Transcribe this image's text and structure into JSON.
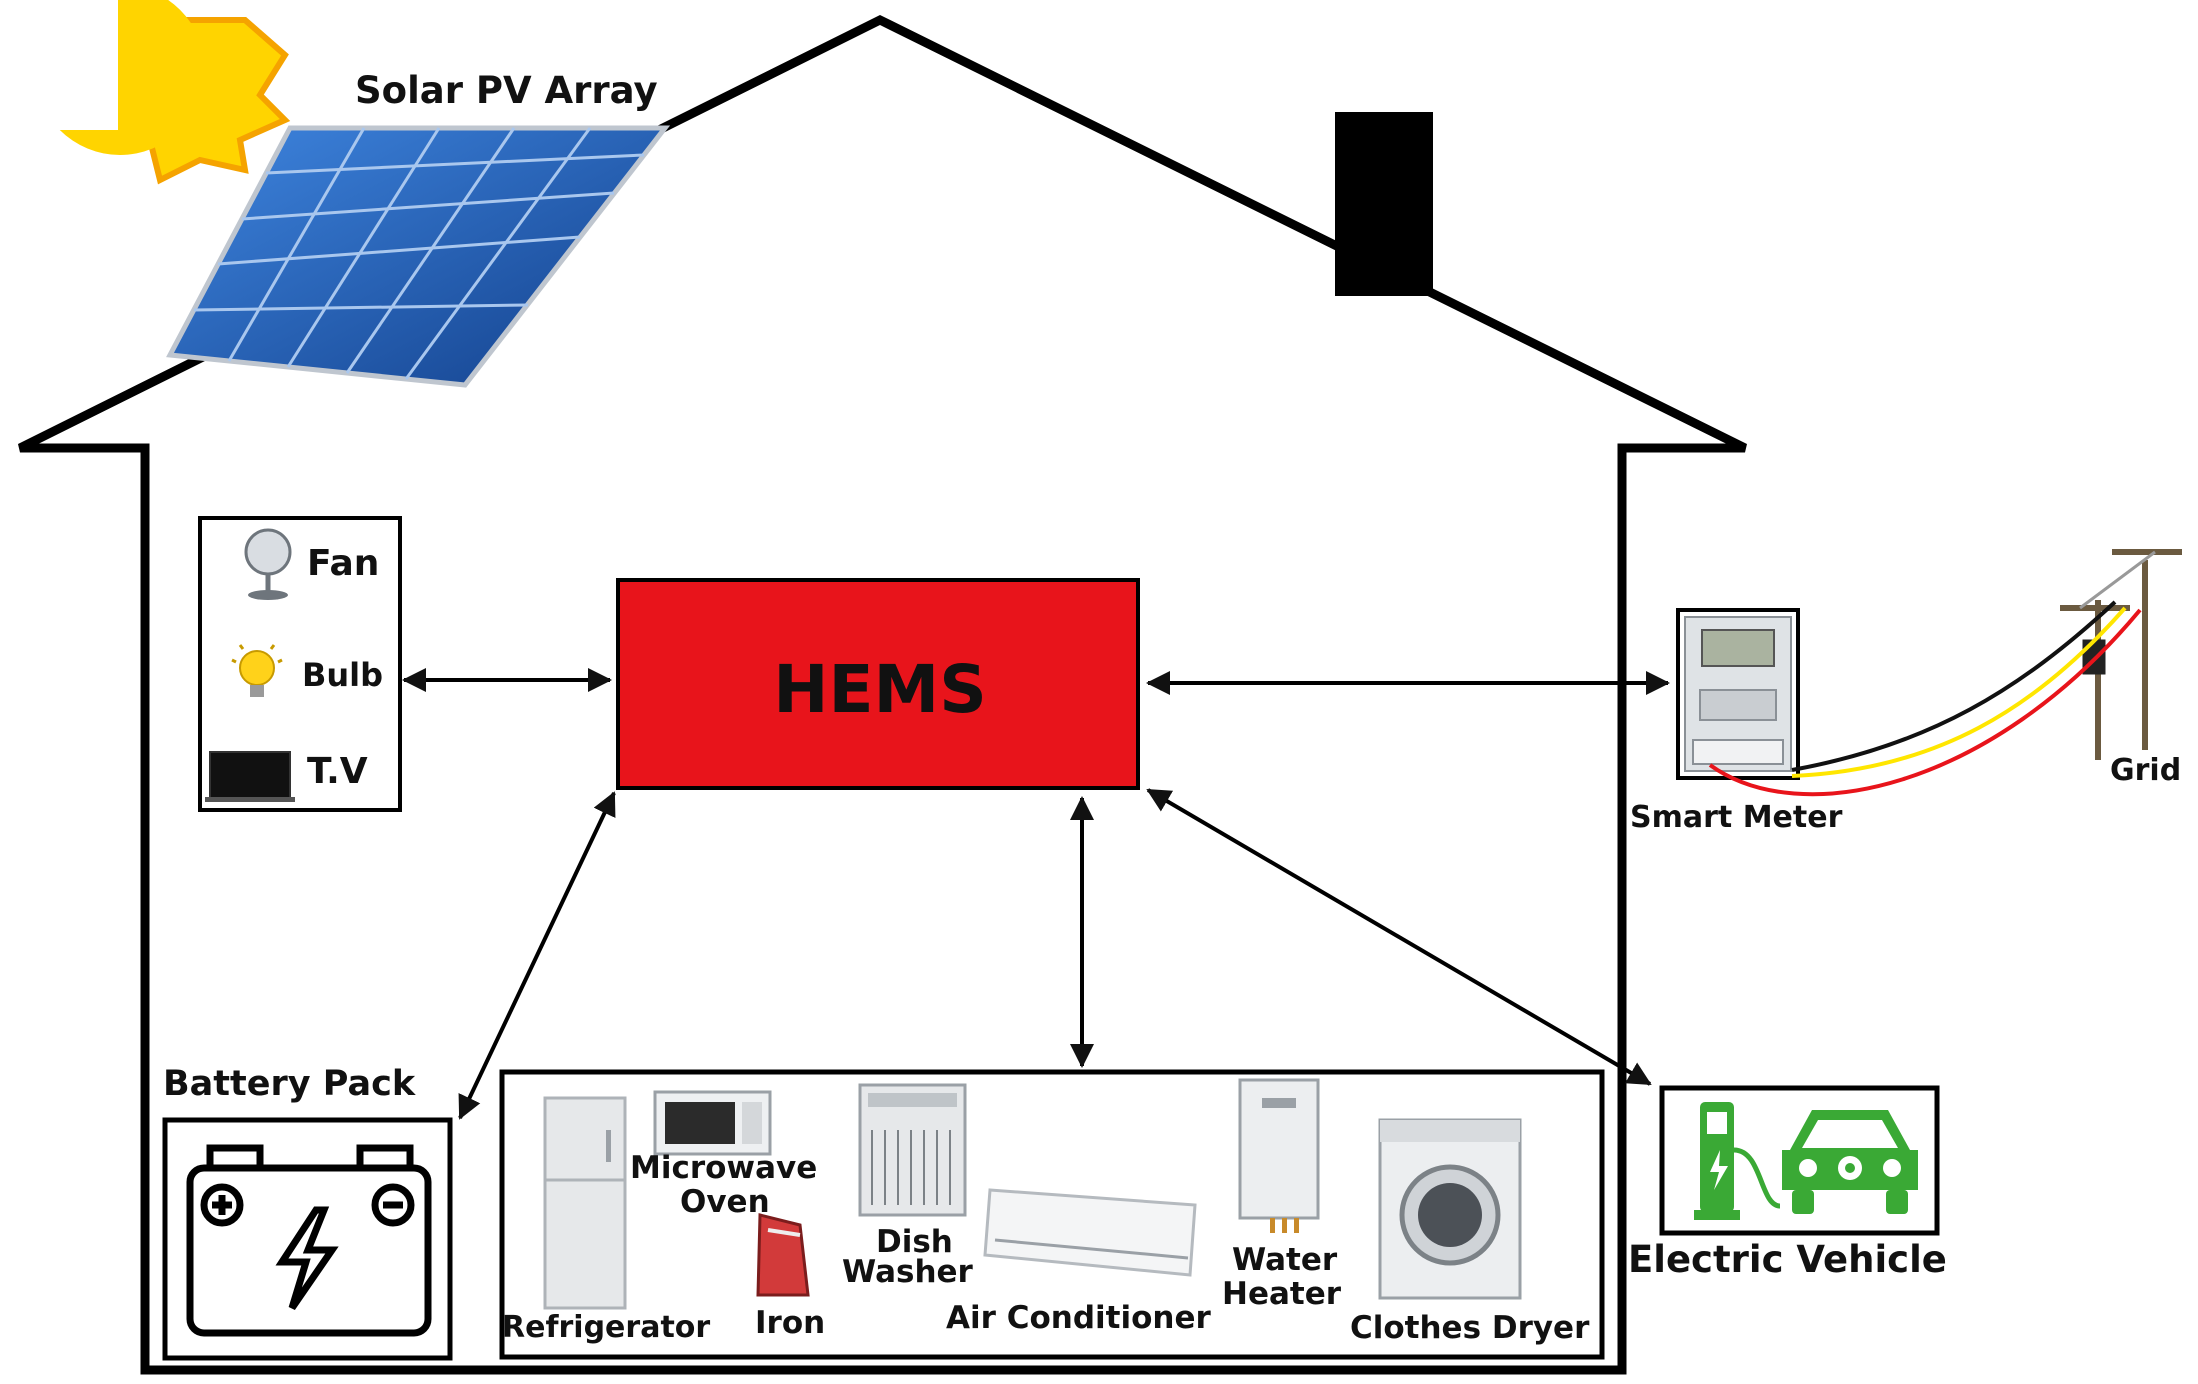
{
  "labels": {
    "solar": "Solar PV Array",
    "hems": "HEMS",
    "fan": "Fan",
    "bulb": "Bulb",
    "tv": "T.V",
    "smart_meter": "Smart Meter",
    "grid": "Grid",
    "battery": "Battery Pack",
    "ev": "Electric Vehicle"
  },
  "appliances": {
    "refrigerator": "Refrigerator",
    "microwave_1": "Microwave",
    "microwave_2": "Oven",
    "iron": "Iron",
    "dish_1": "Dish",
    "dish_2": "Washer",
    "ac": "Air Conditioner",
    "water_1": "Water",
    "water_2": "Heater",
    "dryer": "Clothes Dryer"
  },
  "colors": {
    "hems_fill": "#e8141b",
    "panel_blue": "#1f5fb8",
    "sun": "#ffd400",
    "ev_green": "#3aa935",
    "wire_black": "#111111",
    "wire_yellow": "#ffe600",
    "wire_red": "#e8141b"
  }
}
